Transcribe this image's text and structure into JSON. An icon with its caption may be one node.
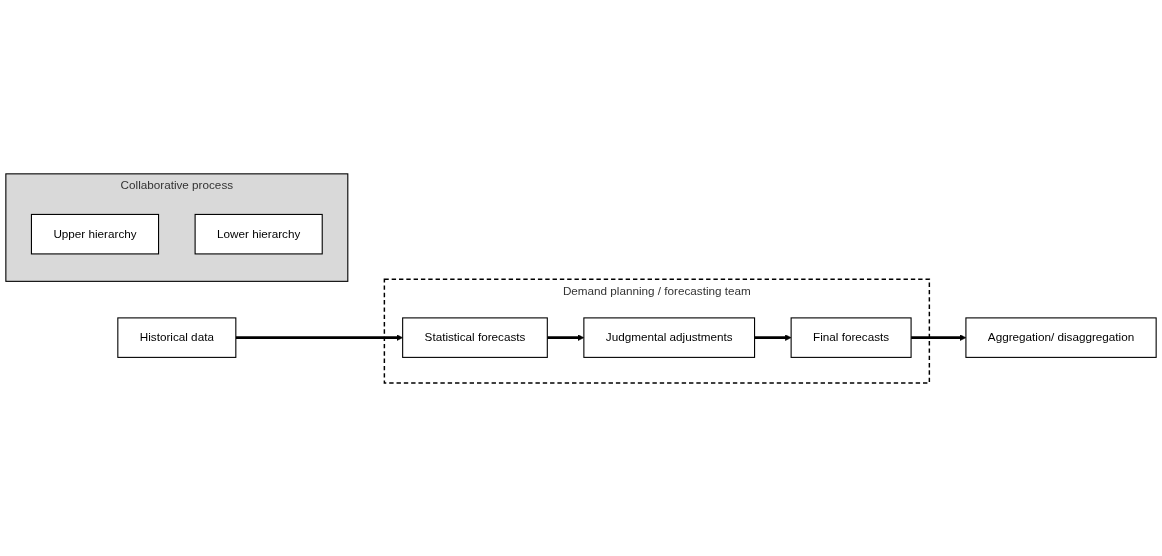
{
  "diagram": {
    "nodes": [
      {
        "text": [
          "Collaborative process"
        ]
      },
      {
        "text": [
          "Upper hierarchy"
        ],
        "in": 0
      },
      {
        "text": [
          "Demand planning / forecasting team"
        ]
      },
      {
        "text": [
          "Historical data"
        ]
      },
      {
        "text": [
          "Statistical forecasts"
        ],
        "in": 2
      },
      {
        "text": [
          "Judgmental adjustments"
        ],
        "in": 2
      },
      {
        "text": [
          "Final forecasts"
        ],
        "in": 2
      },
      {
        "text": [
          "Aggregation/ disaggregation"
        ]
      },
      {
        "text": [
          "Lower hierarchy"
        ],
        "in": 0
      }
    ],
    "edges": [
      {
        "from": 3,
        "to": 4,
        "arrow": "to"
      },
      {
        "from": 4,
        "to": 5,
        "arrow": "to"
      },
      {
        "from": 5,
        "to": 6,
        "arrow": "to"
      },
      {
        "from": 6,
        "to": 7,
        "arrow": "to"
      }
    ]
  }
}
